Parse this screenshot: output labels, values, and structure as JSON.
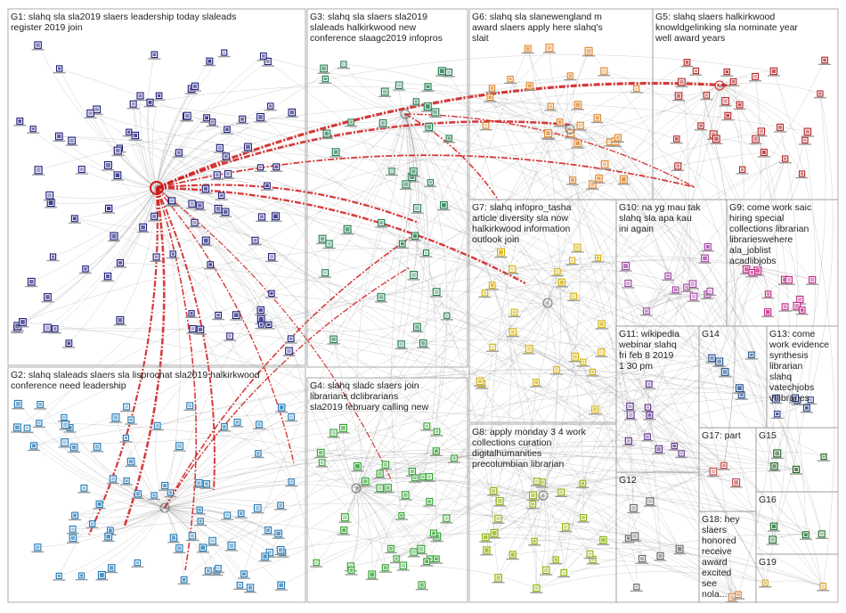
{
  "groups": [
    {
      "id": "G1",
      "label": "G1: slahq sla sla2019 slaers leadership today slaleads register 2019 join",
      "color": "#1a1a7a"
    },
    {
      "id": "G2",
      "label": "G2: slahq slaleads slaers sla lisprochat sla2019 halkirkwood conference need leadership",
      "color": "#1f77b4"
    },
    {
      "id": "G3",
      "label": "G3: slahq sla slaers sla2019 slaleads halkirkwood new conference slaagc2019 infopros",
      "color": "#1a7a4a"
    },
    {
      "id": "G4",
      "label": "G4: slahq sladc slaers join librarians dclibrarians sla2019 february calling new",
      "color": "#2ca02c"
    },
    {
      "id": "G5",
      "label": "G5: slahq slaers halkirkwood knowldgelinking sla nominate year well award years",
      "color": "#b22222"
    },
    {
      "id": "G6",
      "label": "G6: slahq sla slanewengland m award slaers apply here slahq's slait",
      "color": "#e08020"
    },
    {
      "id": "G7",
      "label": "G7: slahq infopro_tasha article diversity sla now halkirkwood information outlook join",
      "color": "#d4b000"
    },
    {
      "id": "G8",
      "label": "G8: apply monday 3 4 work collections curation digitalhumanities precolumbian librarian",
      "color": "#8ab000"
    },
    {
      "id": "G9",
      "label": "G9: come work saic hiring special collections librarian librarieswehere ala_joblist acadlibjobs",
      "color": "#c02080"
    },
    {
      "id": "G10",
      "label": "G10: na yg mau tak slahq sla apa kau ini again",
      "color": "#a040a0"
    },
    {
      "id": "G11",
      "label": "G11: wikipedia webinar slahq fri feb 8 2019 1 30 pm",
      "color": "#5a2a8a"
    },
    {
      "id": "G12",
      "label": "G12",
      "color": "#606060"
    },
    {
      "id": "G13",
      "label": "G13: come work evidence synthesis librarian slahq vatechjobs vtlibraries",
      "color": "#2a3a8a"
    },
    {
      "id": "G14",
      "label": "G14",
      "color": "#1a4a8a"
    },
    {
      "id": "G15",
      "label": "G15",
      "color": "#1a5a1a"
    },
    {
      "id": "G16",
      "label": "G16",
      "color": "#1a6a2a"
    },
    {
      "id": "G17",
      "label": "G17: part",
      "color": "#c04040"
    },
    {
      "id": "G18",
      "label": "G18: hey slaers honored receive award excited see nola...",
      "color": "#d08040"
    },
    {
      "id": "G19",
      "label": "G19",
      "color": "#d0a020"
    }
  ]
}
